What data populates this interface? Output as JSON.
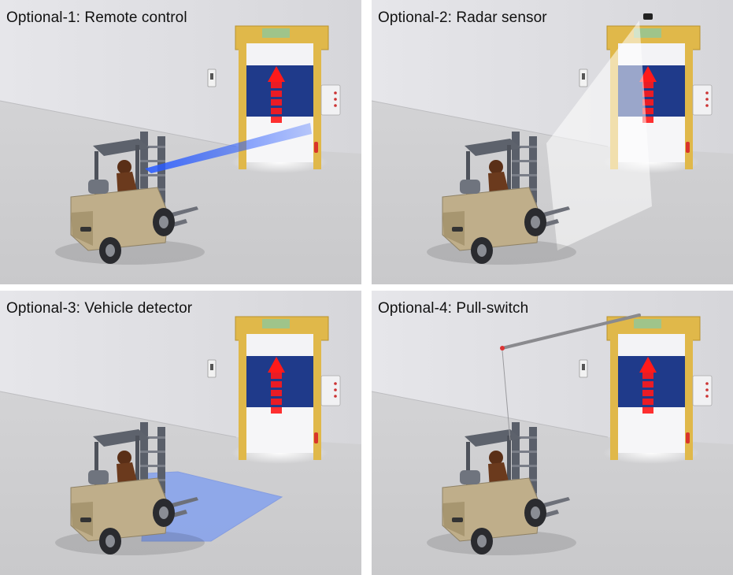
{
  "panels": [
    {
      "id": "remote-control",
      "label": "Optional-1: Remote control",
      "mode": "remote"
    },
    {
      "id": "radar-sensor",
      "label": "Optional-2: Radar sensor",
      "mode": "radar"
    },
    {
      "id": "vehicle-detector",
      "label": "Optional-3: Vehicle detector",
      "mode": "loop"
    },
    {
      "id": "pull-switch",
      "label": "Optional-4: Pull-switch",
      "mode": "pull"
    }
  ],
  "colors": {
    "wall": "#d6d6da",
    "floor": "#c9c9cb",
    "door_frame": "#e0b84a",
    "curtain": "#1f3a8a",
    "arrow": "#ff1a1a",
    "beam": "#2a5cff",
    "loop_area": "#7b9cf2",
    "forklift_body": "#bfae8a",
    "forklift_dark": "#5a5f6a"
  }
}
